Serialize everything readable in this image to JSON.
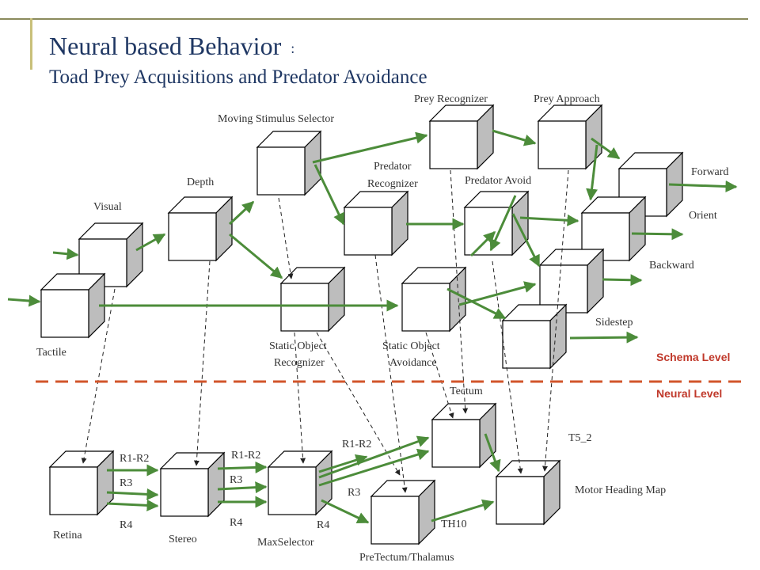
{
  "slide": {
    "title_line1": "Neural based Behavior",
    "title_colon": ":",
    "title_line2": "Toad Prey Acquisitions and Predator Avoidance"
  },
  "levels": {
    "schema": "Schema Level",
    "neural": "Neural Level"
  },
  "schema_labels": {
    "tactile": "Tactile",
    "visual": "Visual",
    "depth": "Depth",
    "moving_stimulus_selector": "Moving Stimulus Selector",
    "prey_recognizer": "Prey Recognizer",
    "prey_approach": "Prey Approach",
    "predator_recognizer_1": "Predator",
    "predator_recognizer_2": "Recognizer",
    "predator_avoid": "Predator Avoid",
    "forward": "Forward",
    "orient": "Orient",
    "backward": "Backward",
    "sidestep": "Sidestep",
    "static_object_recognizer_1": "Static Object",
    "static_object_recognizer_2": "Recognizer",
    "static_object_avoidance_1": "Static Object",
    "static_object_avoidance_2": "Avoidance"
  },
  "neural_labels": {
    "tectum": "Tectum",
    "t5_2": "T5_2",
    "motor_heading_map": "Motor Heading Map",
    "retina": "Retina",
    "stereo": "Stereo",
    "max_selector": "MaxSelector",
    "pretectum_thalamus": "PreTectum/Thalamus",
    "th10": "TH10",
    "r1r2_a": "R1-R2",
    "r3_a": "R3",
    "r4_a": "R4",
    "r1r2_b": "R1-R2",
    "r3_b": "R3",
    "r4_b": "R4",
    "r1r2_c": "R1-R2",
    "r3_c": "R3",
    "r4_c": "R4"
  },
  "colors": {
    "arrow": "#4C8C3A",
    "box_side": "#BDBDBD",
    "divider": "#D2552B",
    "title": "#1F3763"
  }
}
